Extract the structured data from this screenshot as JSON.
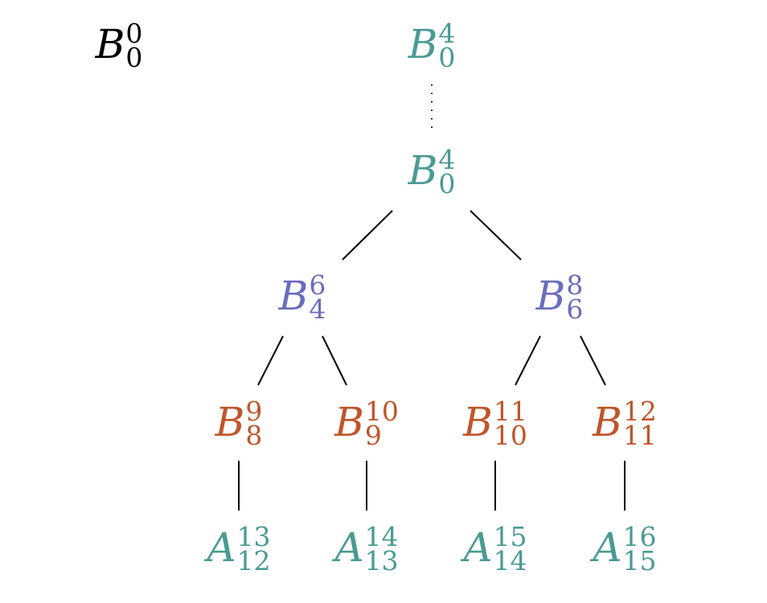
{
  "colors": {
    "teal": "#4a9a94",
    "purple": "#6b6dbd",
    "orange": "#c0552a",
    "black": "#000000"
  },
  "nodes": {
    "corner": {
      "base": "B",
      "sub": "0",
      "sup": "0",
      "color": "black"
    },
    "root_top": {
      "base": "B",
      "sub": "0",
      "sup": "4",
      "color": "teal"
    },
    "root": {
      "base": "B",
      "sub": "0",
      "sup": "4",
      "color": "teal"
    },
    "left": {
      "base": "B",
      "sub": "4",
      "sup": "6",
      "color": "purple"
    },
    "right": {
      "base": "B",
      "sub": "6",
      "sup": "8",
      "color": "purple"
    },
    "ll": {
      "base": "B",
      "sub": "8",
      "sup": "9",
      "color": "orange"
    },
    "lr": {
      "base": "B",
      "sub": "9",
      "sup": "10",
      "color": "orange"
    },
    "rl": {
      "base": "B",
      "sub": "10",
      "sup": "11",
      "color": "orange"
    },
    "rr": {
      "base": "B",
      "sub": "11",
      "sup": "12",
      "color": "orange"
    },
    "leaf1": {
      "base": "A",
      "sub": "12",
      "sup": "13",
      "color": "teal"
    },
    "leaf2": {
      "base": "A",
      "sub": "13",
      "sup": "14",
      "color": "teal"
    },
    "leaf3": {
      "base": "A",
      "sub": "14",
      "sup": "15",
      "color": "teal"
    },
    "leaf4": {
      "base": "A",
      "sub": "15",
      "sup": "16",
      "color": "teal"
    }
  }
}
